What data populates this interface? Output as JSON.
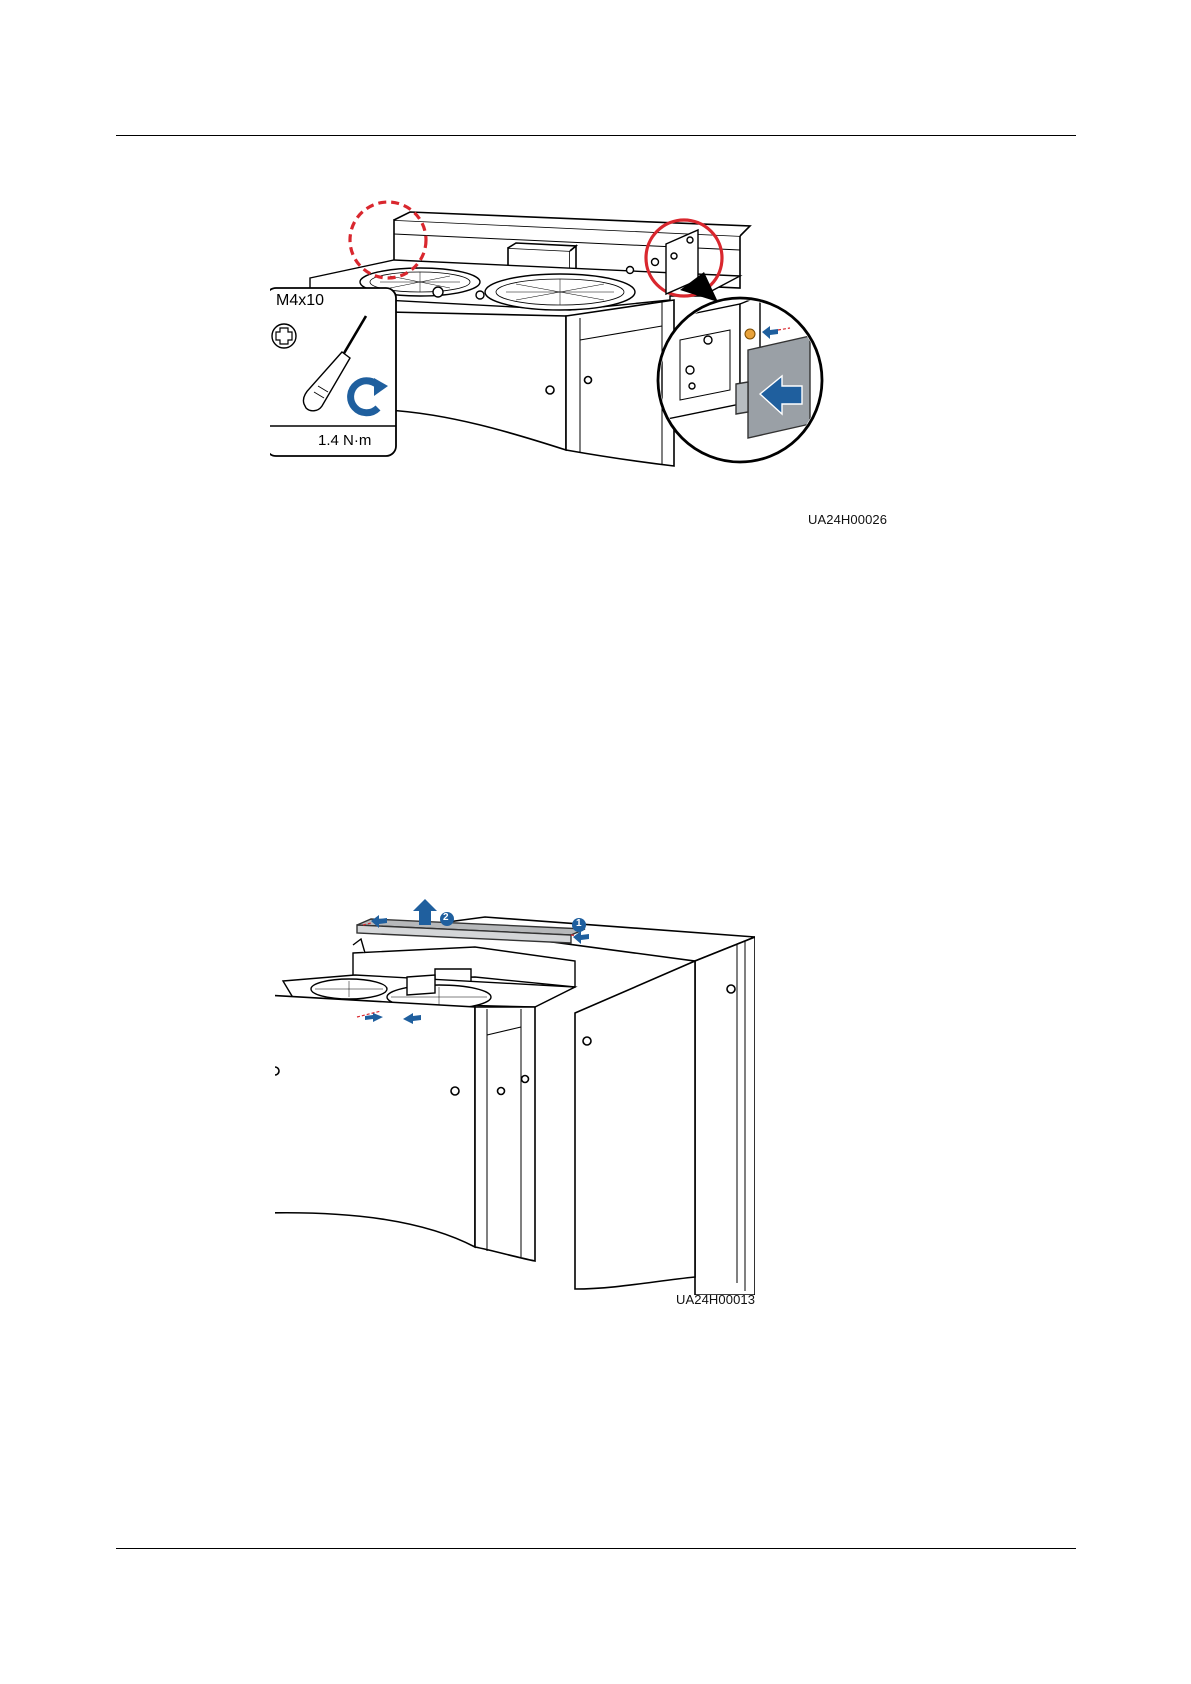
{
  "figure1": {
    "callout": {
      "screw_spec": "M4x10",
      "torque": "1.4 N·m"
    },
    "code": "UA24H00026"
  },
  "figure2": {
    "step_1": "1",
    "step_2": "2",
    "code": "UA24H00013"
  }
}
